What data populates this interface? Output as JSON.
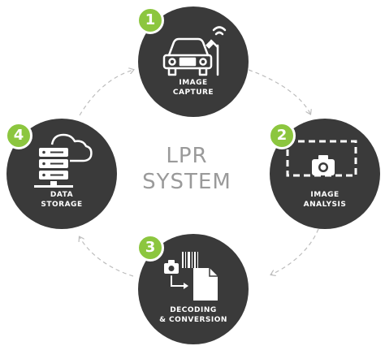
{
  "center": {
    "line1": "LPR",
    "line2": "SYSTEM"
  },
  "colors": {
    "node_fill": "#3a3a3a",
    "badge": "#8cc63f",
    "title_text": "#9a9a9a",
    "connector": "#bdbdbd"
  },
  "steps": [
    {
      "number": "1",
      "line1": "IMAGE",
      "line2": "CAPTURE",
      "icon": "car-camera-icon"
    },
    {
      "number": "2",
      "line1": "IMAGE",
      "line2": "ANALYSIS",
      "icon": "camera-frame-icon"
    },
    {
      "number": "3",
      "line1": "DECODING",
      "line2": "& CONVERSION",
      "icon": "barcode-document-icon"
    },
    {
      "number": "4",
      "line1": "DATA",
      "line2": "STORAGE",
      "icon": "server-cloud-icon"
    }
  ]
}
